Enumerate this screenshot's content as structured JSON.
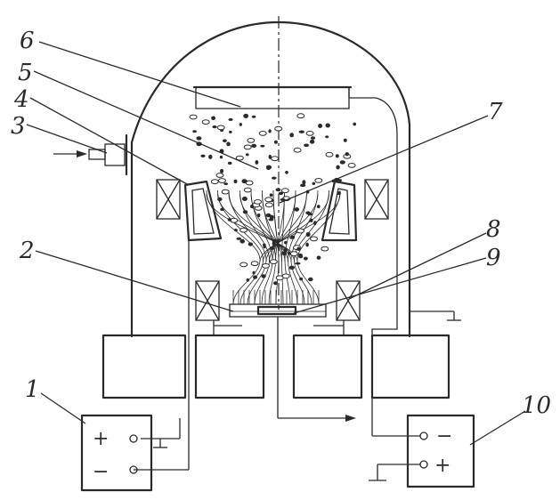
{
  "labels": {
    "l1": "1",
    "l2": "2",
    "l3": "3",
    "l4": "4",
    "l5": "5",
    "l6": "6",
    "l7": "7",
    "l8": "8",
    "l9": "9",
    "l10": "10"
  },
  "supply_left": {
    "plus": "+",
    "minus": "−"
  },
  "supply_right": {
    "minus": "−",
    "plus": "+"
  },
  "colors": {
    "ink": "#2a2a2a",
    "paper": "#ffffff"
  }
}
